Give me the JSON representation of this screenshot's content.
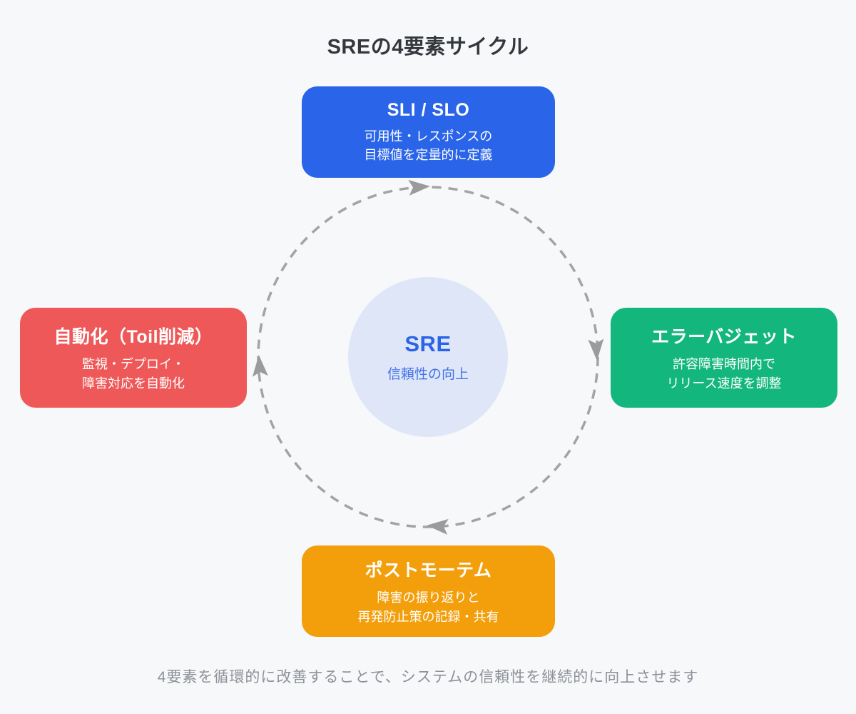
{
  "title": "SREの4要素サイクル",
  "footer": "4要素を循環的に改善することで、システムの信頼性を継続的に向上させます",
  "center": {
    "title": "SRE",
    "subtitle": "信頼性の向上",
    "bg": "#dfe6f8",
    "title_color": "#2a64e8",
    "subtitle_color": "#4273e8"
  },
  "nodes": {
    "top": {
      "title": "SLI / SLO",
      "line1": "可用性・レスポンスの",
      "line2": "目標値を定量的に定義",
      "color": "#2a64e8"
    },
    "right": {
      "title": "エラーバジェット",
      "line1": "許容障害時間内で",
      "line2": "リリース速度を調整",
      "color": "#13b77e"
    },
    "bottom": {
      "title": "ポストモーテム",
      "line1": "障害の振り返りと",
      "line2": "再発防止策の記録・共有",
      "color": "#f39f0c"
    },
    "left": {
      "title": "自動化（Toil削減）",
      "line1": "監視・デプロイ・",
      "line2": "障害対応を自動化",
      "color": "#ef5858"
    }
  },
  "ring": {
    "direction": "clockwise",
    "color": "#a3a3a3",
    "arrow_color": "#9b9b9b"
  },
  "colors": {
    "background": "#f7f8fa",
    "title_text": "#34383d",
    "footer_text": "#8d9199"
  }
}
